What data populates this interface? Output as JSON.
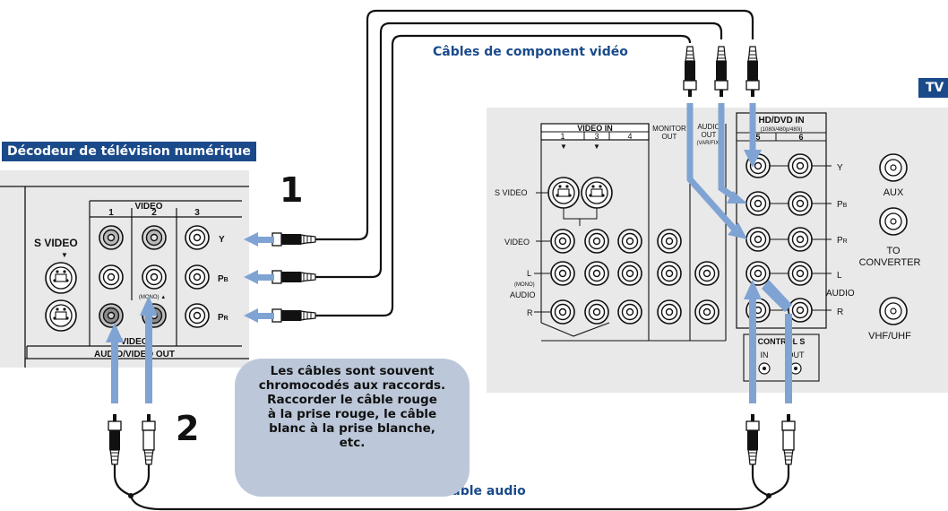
{
  "labels": {
    "decoder_title": "Décodeur de télévision numérique",
    "tv_tag": "TV",
    "component_cables": "Câbles de component vidéo",
    "audio_cable": "Câble audio",
    "step1": "1",
    "step2": "2",
    "note_lines": [
      "Les câbles sont souvent",
      "chromocodés aux raccords.",
      "Raccorder le câble rouge",
      "à la prise rouge, le câble",
      "blanc à la prise blanche,",
      "etc."
    ]
  },
  "decoder_panel": {
    "video_header": "VIDEO",
    "col1": "1",
    "col2": "2",
    "col3": "3",
    "s_video": "S VIDEO",
    "y": "Y",
    "pb_main": "P",
    "pb_sub": "B",
    "pr_main": "P",
    "pr_sub": "R",
    "mono": "(MONO) ▲",
    "video_small": "VIDEO",
    "audio_video_out": "AUDIO/VIDEO OUT"
  },
  "tv_panel": {
    "video_in": "VIDEO IN",
    "col1": "1",
    "col3": "3",
    "col4": "4",
    "monitor_out_1": "MONITOR",
    "monitor_out_2": "OUT",
    "audio_out_1": "AUDIO",
    "audio_out_2": "OUT",
    "audio_out_3": "(VAR/FIX)",
    "hd_dvd_in": "HD/DVD IN",
    "hd_res": "(1080i/480p/480i)",
    "hd_col5": "5",
    "hd_col6": "6",
    "s_video": "S VIDEO",
    "video": "VIDEO",
    "l": "L",
    "mono": "(MONO)",
    "audio": "AUDIO",
    "r": "R",
    "y": "Y",
    "pb_main": "P",
    "pb_sub": "B",
    "pr_main": "P",
    "pr_sub": "R",
    "l_right": "L",
    "audio_right": "AUDIO",
    "r_right": "R",
    "control_s": "CONTROL S",
    "ctrl_in": "IN",
    "ctrl_out": "OUT",
    "aux": "AUX",
    "to": "TO",
    "converter": "CONVERTER",
    "vhf_uhf": "VHF/UHF"
  },
  "colors": {
    "brand_blue": "#1a4a8a",
    "arrow_blue": "#7fa3d3",
    "panel_gray": "#e9e9e9",
    "note_fill": "#bcc8da"
  }
}
